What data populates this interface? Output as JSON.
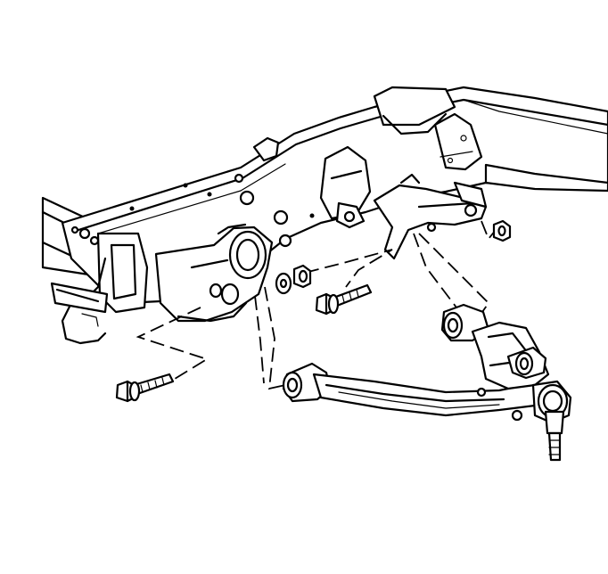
{
  "diagram": {
    "title": "",
    "colors": {
      "ink": "#000000",
      "paper": "#ffffff"
    },
    "parts": [
      {
        "id": "frame-rail",
        "icon": "chassis-frame-illustration"
      },
      {
        "id": "front-pivot-bolt",
        "icon": "hex-flange-bolt"
      },
      {
        "id": "rear-pivot-bolt",
        "icon": "hex-flange-bolt"
      },
      {
        "id": "washer",
        "icon": "flat-washer"
      },
      {
        "id": "cam-nut",
        "icon": "hex-nut"
      },
      {
        "id": "rear-nut",
        "icon": "hex-nut"
      },
      {
        "id": "lower-control-arm",
        "icon": "control-arm-illustration"
      },
      {
        "id": "ball-joint",
        "icon": "ball-joint-stud"
      }
    ]
  }
}
